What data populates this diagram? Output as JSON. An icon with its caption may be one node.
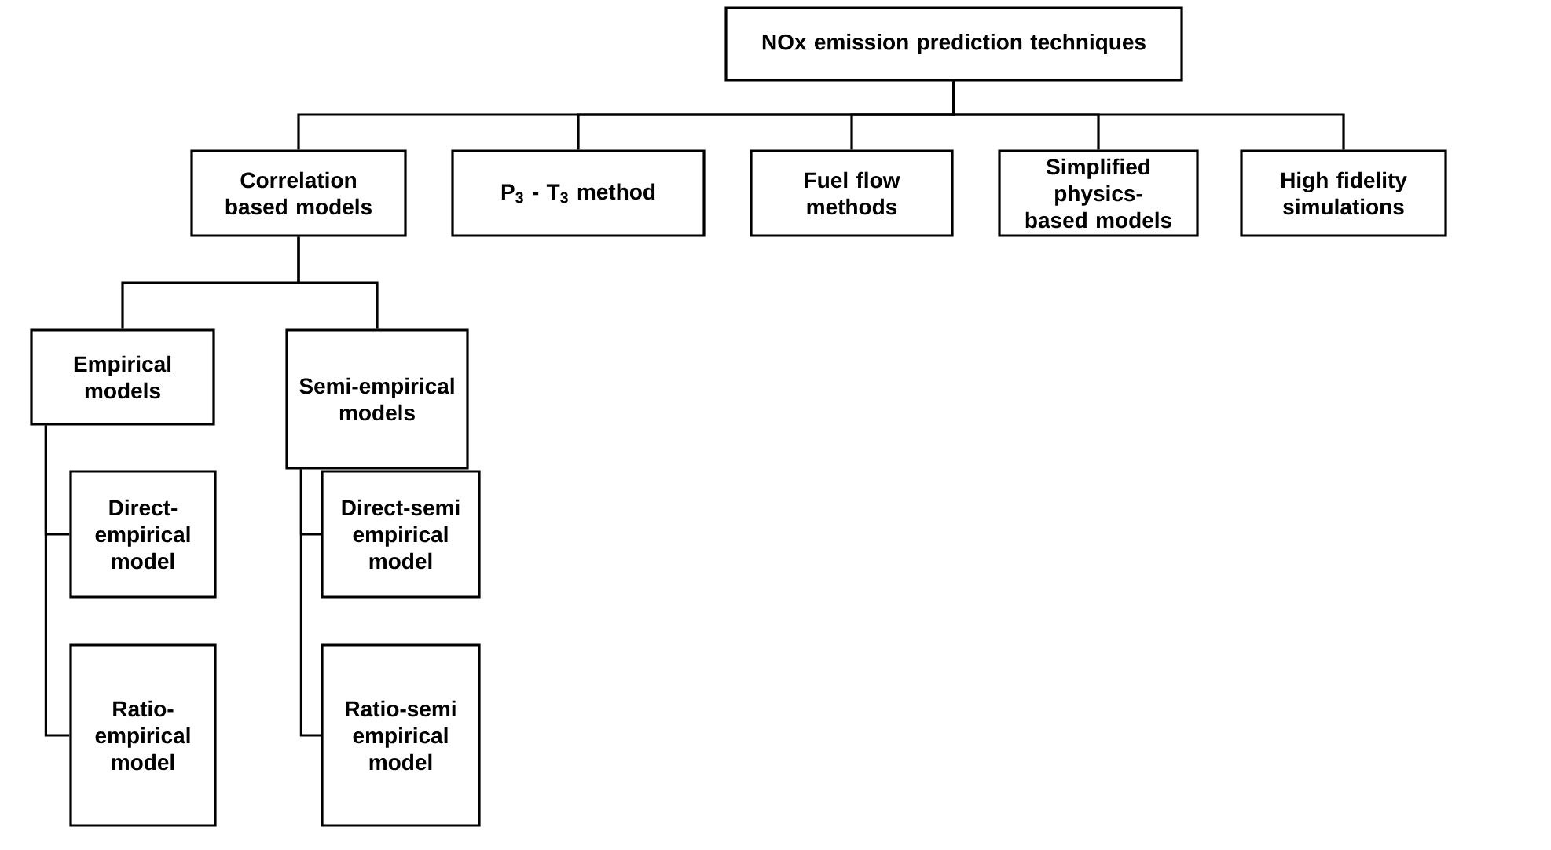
{
  "diagram": {
    "nodes": [
      {
        "text": [
          "NOx emission prediction techniques"
        ]
      },
      {
        "text": [
          "Correlation based models"
        ]
      },
      {
        "text": [
          "P$_{3}$ - T$_{3}$ method"
        ]
      },
      {
        "text": [
          "Fuel flow methods"
        ]
      },
      {
        "text": [
          "Simplified physics-based models"
        ]
      },
      {
        "text": [
          "High fidelity simulations"
        ]
      },
      {
        "text": [
          "Empirical models"
        ]
      },
      {
        "text": [
          "Semi-empirical models"
        ]
      },
      {
        "text": [
          "Direct-empirical model"
        ]
      },
      {
        "text": [
          "Ratio-empirical model"
        ]
      },
      {
        "text": [
          "Direct-semi empirical model"
        ]
      },
      {
        "text": [
          "Ratio-semi empirical model"
        ]
      }
    ],
    "edges": [
      {
        "from": 0,
        "to": 1,
        "arrow": "none"
      },
      {
        "from": 0,
        "to": 2,
        "arrow": "none"
      },
      {
        "from": 0,
        "to": 3,
        "arrow": "none"
      },
      {
        "from": 0,
        "to": 4,
        "arrow": "none"
      },
      {
        "from": 0,
        "to": 5,
        "arrow": "none"
      },
      {
        "from": 1,
        "to": 6,
        "arrow": "none"
      },
      {
        "from": 1,
        "to": 7,
        "arrow": "none"
      },
      {
        "from": 6,
        "to": 8,
        "arrow": "none"
      },
      {
        "from": 6,
        "to": 9,
        "arrow": "none"
      },
      {
        "from": 7,
        "to": 10,
        "arrow": "none"
      },
      {
        "from": 7,
        "to": 11,
        "arrow": "none"
      }
    ]
  }
}
